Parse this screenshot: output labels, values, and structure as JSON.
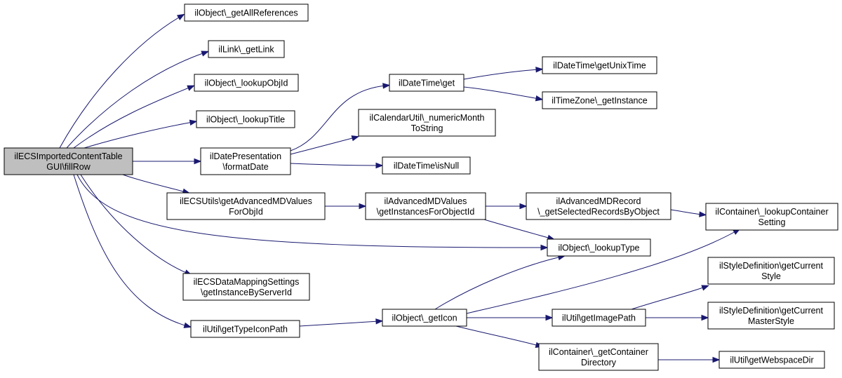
{
  "graph": {
    "nodes": [
      {
        "id": "root",
        "lines": [
          "ilECSImportedContentTable",
          "GUI\\fillRow"
        ]
      },
      {
        "id": "getAllReferences",
        "lines": [
          "ilObject\\_getAllReferences"
        ]
      },
      {
        "id": "getLink",
        "lines": [
          "ilLink\\_getLink"
        ]
      },
      {
        "id": "lookupObjId",
        "lines": [
          "ilObject\\_lookupObjId"
        ]
      },
      {
        "id": "lookupTitle",
        "lines": [
          "ilObject\\_lookupTitle"
        ]
      },
      {
        "id": "formatDate",
        "lines": [
          "ilDatePresentation",
          "\\formatDate"
        ]
      },
      {
        "id": "dateTimeGet",
        "lines": [
          "ilDateTime\\get"
        ]
      },
      {
        "id": "getUnixTime",
        "lines": [
          "ilDateTime\\getUnixTime"
        ]
      },
      {
        "id": "tzGetInstance",
        "lines": [
          "ilTimeZone\\_getInstance"
        ]
      },
      {
        "id": "numericMonth",
        "lines": [
          "ilCalendarUtil\\_numericMonth",
          "ToString"
        ]
      },
      {
        "id": "isNull",
        "lines": [
          "ilDateTime\\isNull"
        ]
      },
      {
        "id": "ecsUtils",
        "lines": [
          "ilECSUtils\\getAdvancedMDValues",
          "ForObjId"
        ]
      },
      {
        "id": "advMDValues",
        "lines": [
          "ilAdvancedMDValues",
          "\\getInstancesForObjectId"
        ]
      },
      {
        "id": "advMDRecord",
        "lines": [
          "ilAdvancedMDRecord",
          "\\_getSelectedRecordsByObject"
        ]
      },
      {
        "id": "lookupContainerSetting",
        "lines": [
          "ilContainer\\_lookupContainer",
          "Setting"
        ]
      },
      {
        "id": "lookupType",
        "lines": [
          "ilObject\\_lookupType"
        ]
      },
      {
        "id": "dataMapping",
        "lines": [
          "ilECSDataMappingSettings",
          "\\getInstanceByServerId"
        ]
      },
      {
        "id": "getCurrentStyle",
        "lines": [
          "ilStyleDefinition\\getCurrent",
          "Style"
        ]
      },
      {
        "id": "getCurrentMasterStyle",
        "lines": [
          "ilStyleDefinition\\getCurrent",
          "MasterStyle"
        ]
      },
      {
        "id": "getTypeIconPath",
        "lines": [
          "ilUtil\\getTypeIconPath"
        ]
      },
      {
        "id": "getIcon",
        "lines": [
          "ilObject\\_getIcon"
        ]
      },
      {
        "id": "getImagePath",
        "lines": [
          "ilUtil\\getImagePath"
        ]
      },
      {
        "id": "getContainerDirectory",
        "lines": [
          "ilContainer\\_getContainer",
          "Directory"
        ]
      },
      {
        "id": "getWebspaceDir",
        "lines": [
          "ilUtil\\getWebspaceDir"
        ]
      }
    ],
    "edges": [
      [
        "root",
        "getAllReferences"
      ],
      [
        "root",
        "getLink"
      ],
      [
        "root",
        "lookupObjId"
      ],
      [
        "root",
        "lookupTitle"
      ],
      [
        "root",
        "formatDate"
      ],
      [
        "root",
        "ecsUtils"
      ],
      [
        "root",
        "lookupType"
      ],
      [
        "root",
        "dataMapping"
      ],
      [
        "root",
        "getTypeIconPath"
      ],
      [
        "formatDate",
        "dateTimeGet"
      ],
      [
        "formatDate",
        "numericMonth"
      ],
      [
        "formatDate",
        "isNull"
      ],
      [
        "dateTimeGet",
        "getUnixTime"
      ],
      [
        "dateTimeGet",
        "tzGetInstance"
      ],
      [
        "ecsUtils",
        "advMDValues"
      ],
      [
        "advMDValues",
        "advMDRecord"
      ],
      [
        "advMDValues",
        "lookupType"
      ],
      [
        "advMDRecord",
        "lookupContainerSetting"
      ],
      [
        "getTypeIconPath",
        "getIcon"
      ],
      [
        "getIcon",
        "lookupType"
      ],
      [
        "getIcon",
        "lookupContainerSetting"
      ],
      [
        "getIcon",
        "getImagePath"
      ],
      [
        "getIcon",
        "getContainerDirectory"
      ],
      [
        "getImagePath",
        "getCurrentStyle"
      ],
      [
        "getImagePath",
        "getCurrentMasterStyle"
      ],
      [
        "getContainerDirectory",
        "getWebspaceDir"
      ]
    ]
  }
}
